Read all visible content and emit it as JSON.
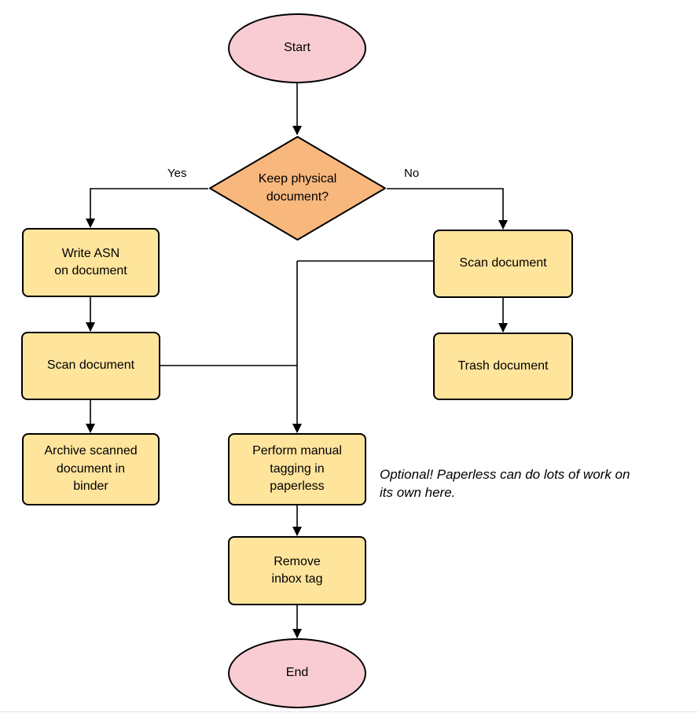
{
  "colors": {
    "terminal-fill": "#F8CCD2",
    "decision-fill": "#F8B77D",
    "process-fill": "#FFE49C",
    "stroke": "#000000",
    "background": "#FFFFFF"
  },
  "nodes": {
    "start": {
      "label": "Start",
      "shape": "ellipse"
    },
    "decision": {
      "label": "Keep physical\ndocument?",
      "shape": "diamond"
    },
    "write_asn": {
      "label": "Write ASN\non document",
      "shape": "rounded-rect"
    },
    "scan_left": {
      "label": "Scan document",
      "shape": "rounded-rect"
    },
    "archive": {
      "label": "Archive scanned\ndocument in\nbinder",
      "shape": "rounded-rect"
    },
    "scan_right": {
      "label": "Scan document",
      "shape": "rounded-rect"
    },
    "trash": {
      "label": "Trash document",
      "shape": "rounded-rect"
    },
    "tagging": {
      "label": "Perform manual\ntagging in\npaperless",
      "shape": "rounded-rect"
    },
    "remove_inbox": {
      "label": "Remove\ninbox tag",
      "shape": "rounded-rect"
    },
    "end": {
      "label": "End",
      "shape": "ellipse"
    }
  },
  "edge_labels": {
    "yes": "Yes",
    "no": "No"
  },
  "annotation": "Optional! Paperless can do lots of work on\nits own here."
}
